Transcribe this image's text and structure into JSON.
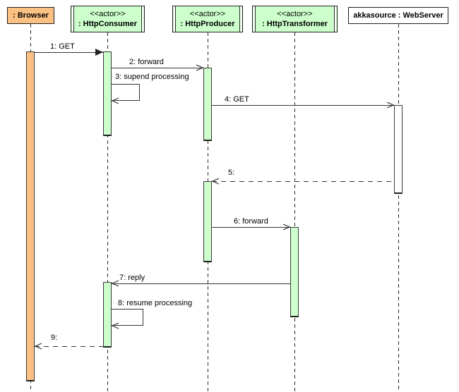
{
  "diagram_type": "uml-sequence-diagram",
  "colors": {
    "actor_fill": "#CCFFCC",
    "browser_fill": "#FBC183",
    "webserver_fill": "#FFFFFF",
    "line": "#333333",
    "border": "#1F1F1F"
  },
  "participants": [
    {
      "id": "browser",
      "stereotype": "",
      "label": ": Browser"
    },
    {
      "id": "consumer",
      "stereotype": "<<actor>>",
      "label": ": HttpConsumer"
    },
    {
      "id": "producer",
      "stereotype": "<<actor>>",
      "label": ": HttpProducer"
    },
    {
      "id": "transformer",
      "stereotype": "<<actor>>",
      "label": ": HttpTransformer"
    },
    {
      "id": "webserver",
      "stereotype": "",
      "label": "akkasource : WebServer"
    }
  ],
  "messages": [
    {
      "num": "1",
      "label": "1: GET",
      "from": "browser",
      "to": "consumer",
      "line": "solid",
      "arrow": "filled"
    },
    {
      "num": "2",
      "label": "2: forward",
      "from": "consumer",
      "to": "producer",
      "line": "solid",
      "arrow": "open"
    },
    {
      "num": "3",
      "label": "3: supend processing",
      "from": "consumer",
      "to": "consumer",
      "line": "solid",
      "arrow": "open"
    },
    {
      "num": "4",
      "label": "4: GET",
      "from": "producer",
      "to": "webserver",
      "line": "solid",
      "arrow": "open"
    },
    {
      "num": "5",
      "label": "5:",
      "from": "webserver",
      "to": "producer",
      "line": "dashed",
      "arrow": "open"
    },
    {
      "num": "6",
      "label": "6: forward",
      "from": "producer",
      "to": "transformer",
      "line": "solid",
      "arrow": "open"
    },
    {
      "num": "7",
      "label": "7: reply",
      "from": "transformer",
      "to": "consumer",
      "line": "solid",
      "arrow": "open"
    },
    {
      "num": "8",
      "label": "8: resume processing",
      "from": "consumer",
      "to": "consumer",
      "line": "solid",
      "arrow": "open"
    },
    {
      "num": "9",
      "label": "9:",
      "from": "consumer",
      "to": "browser",
      "line": "dashed",
      "arrow": "open"
    }
  ]
}
